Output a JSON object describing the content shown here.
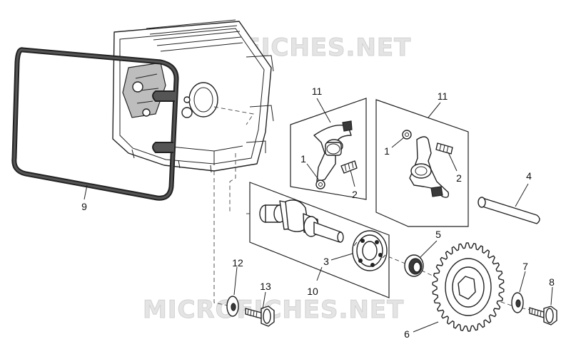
{
  "watermarks": [
    "MICROFICHES.NET",
    "MICROFICHES.NET"
  ],
  "callouts": {
    "c1a": "1",
    "c1b": "1",
    "c2a": "2",
    "c2b": "2",
    "c3": "3",
    "c4": "4",
    "c5": "5",
    "c6": "6",
    "c7": "7",
    "c8": "8",
    "c9": "9",
    "c10": "10",
    "c11a": "11",
    "c11b": "11",
    "c12": "12",
    "c13": "13"
  }
}
